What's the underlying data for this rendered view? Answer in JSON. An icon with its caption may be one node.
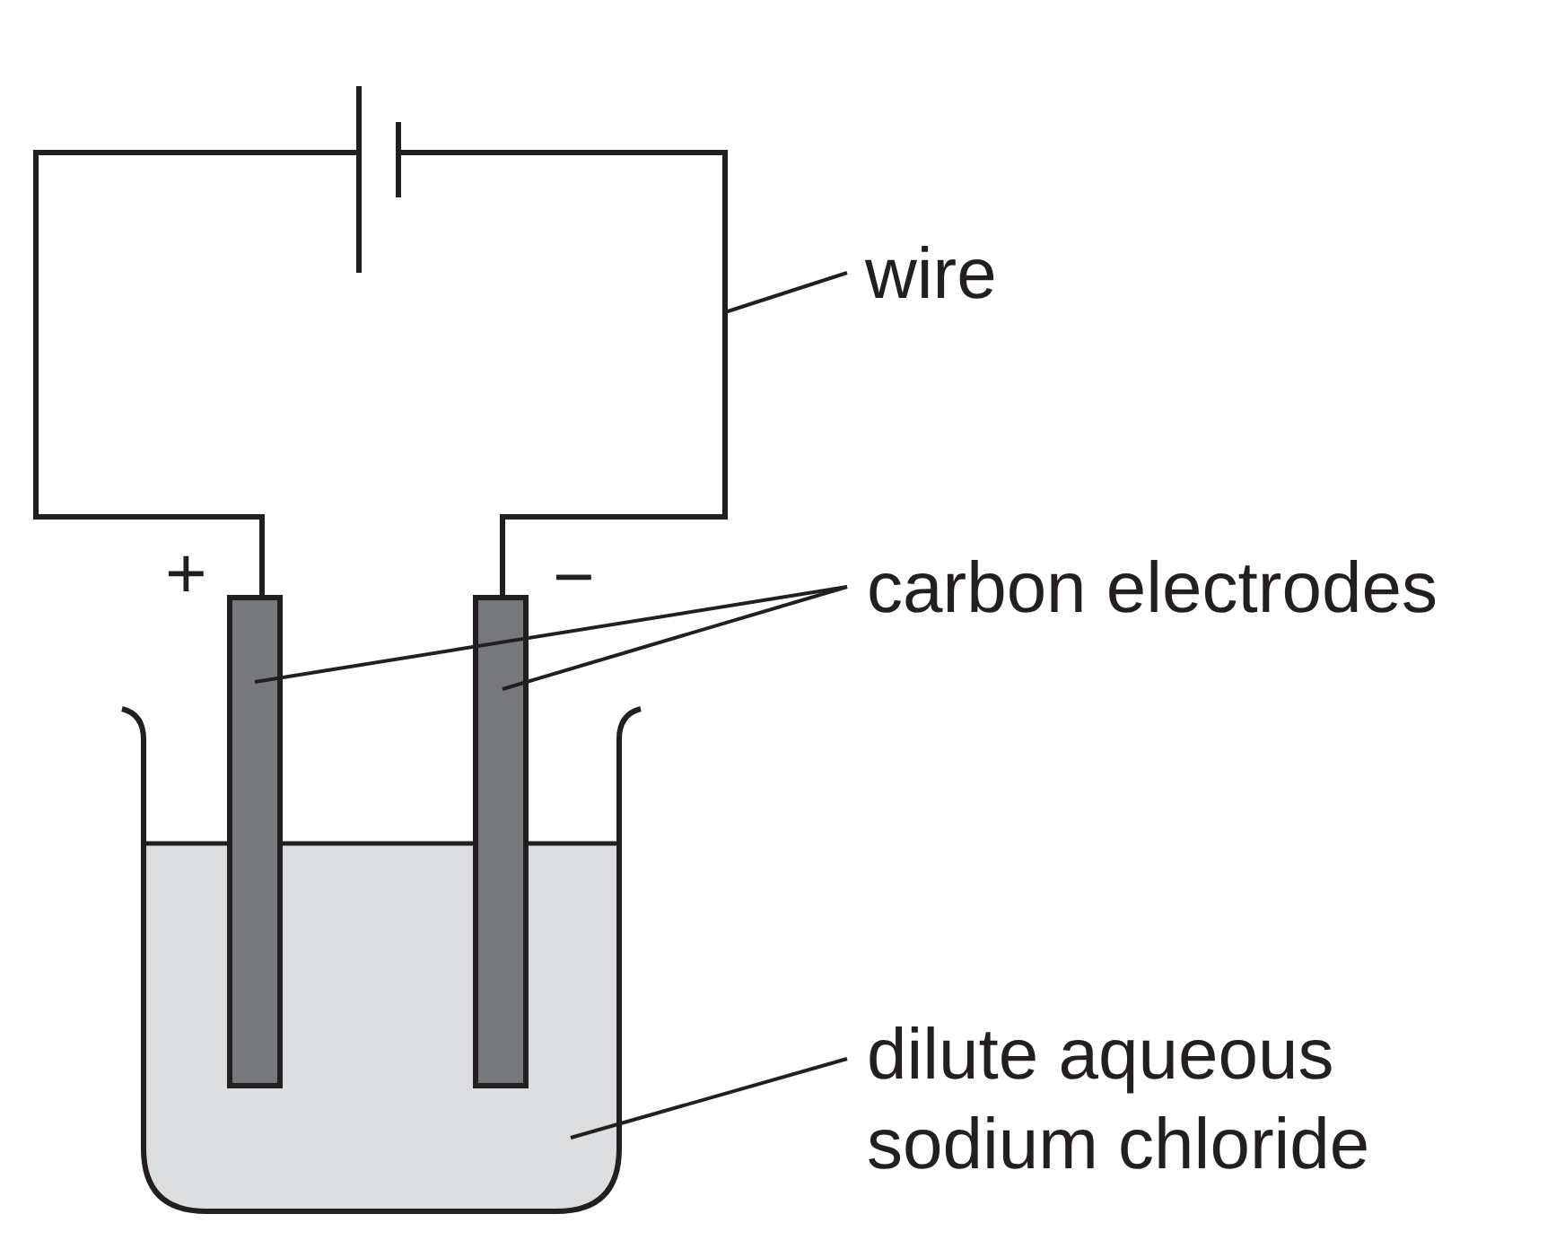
{
  "diagram": {
    "nodes": [
      {
        "text": [
          "wire"
        ]
      },
      {
        "text": [],
        "shape": "line"
      },
      {
        "text": [
          "carbon electrodes"
        ]
      },
      {
        "text": [],
        "shape": "bar"
      },
      {
        "text": [],
        "shape": "bar"
      },
      {
        "text": [
          "dilute aqueous sodium chloride"
        ]
      },
      {
        "text": [],
        "shape": "box"
      }
    ],
    "edges": [
      {
        "from": 0,
        "to": 1,
        "arrow": "none"
      },
      {
        "from": 2,
        "to": 3,
        "arrow": "none"
      },
      {
        "from": 2,
        "to": 4,
        "arrow": "none"
      },
      {
        "from": 5,
        "to": 6,
        "arrow": "none"
      }
    ],
    "labels": [
      "+",
      "−"
    ]
  }
}
